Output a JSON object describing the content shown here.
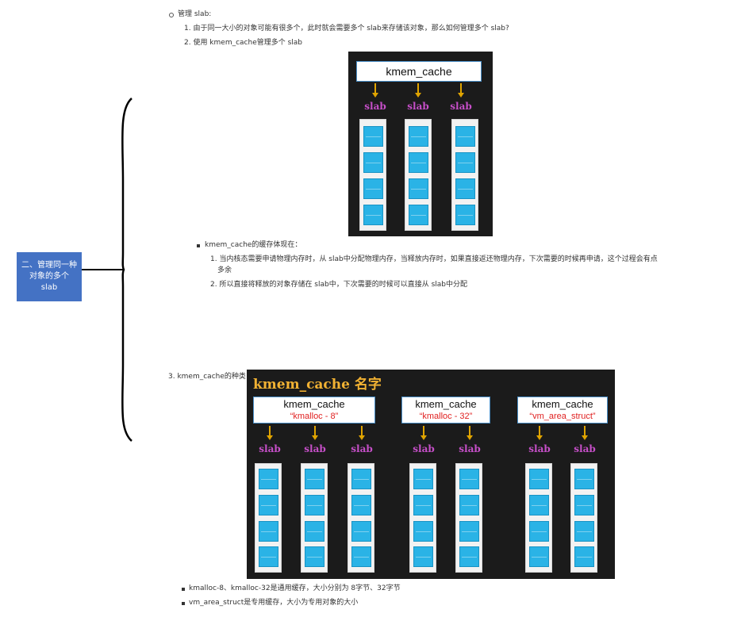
{
  "section1": {
    "heading": "管理 slab:",
    "items": [
      "1. 由于同一大小的对象可能有很多个，此时就会需要多个 slab来存储该对象，那么如何管理多个 slab?",
      "2. 使用 kmem_cache管理多个 slab"
    ]
  },
  "diagram1": {
    "title": "kmem_cache",
    "slab_labels": [
      "slab",
      "slab",
      "slab"
    ]
  },
  "subsection": {
    "heading": "kmem_cache的缓存体现在：",
    "items": [
      "1. 当内核态需要申请物理内存时，从 slab中分配物理内存，当释放内存时，如果直接返还物理内存，下次需要的时候再申请，这个过程会有点",
      "多余",
      "2. 所以直接将释放的对象存储在 slab中，下次需要的时候可以直接从 slab中分配"
    ]
  },
  "mindmap": {
    "node_line1": "二、管理同一种",
    "node_line2": "对象的多个slab"
  },
  "section3": {
    "heading": "3. kmem_cache的种类："
  },
  "diagram2": {
    "title": "kmem_cache 名字",
    "caches": [
      {
        "name": "kmem_cache",
        "subtitle": "“kmalloc - 8”"
      },
      {
        "name": "kmem_cache",
        "subtitle": "“kmalloc - 32”"
      },
      {
        "name": "kmem_cache",
        "subtitle": "“vm_area_struct”"
      }
    ],
    "slab_labels": [
      "slab",
      "slab",
      "slab",
      "slab",
      "slab",
      "slab",
      "slab"
    ]
  },
  "footnotes": [
    "kmalloc-8、kmalloc-32是通用缓存，大小分别为 8字节、32字节",
    "vm_area_struct是专用缓存，大小为专用对象的大小"
  ],
  "colors": {
    "node_bg": "#4472c4",
    "diagram_bg": "#1b1b1b",
    "slab_text": "#c64fc8",
    "arrow": "#e0a400",
    "cell": "#2ab3e6",
    "title2": "#f2b233",
    "subtitle_red": "#e02020"
  }
}
